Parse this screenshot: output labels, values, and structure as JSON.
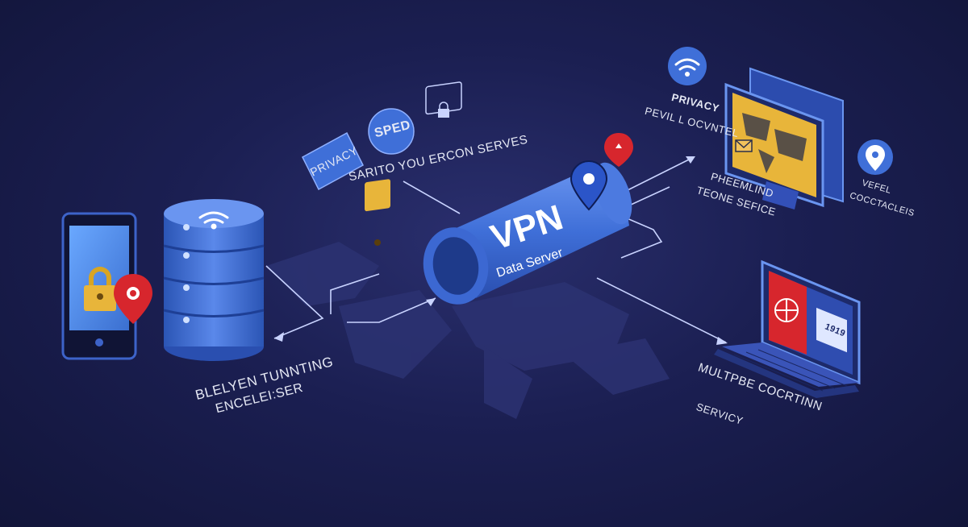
{
  "diagram": {
    "tunnel": {
      "title": "VPN",
      "subtitle": "Data Server"
    },
    "labels": {
      "privacy_badge": "PRIVACY",
      "speed_badge": "SPED",
      "services_text": "SARITO YOU ERCON SERVES",
      "privacy_right": "PRIVACY",
      "privacy_right_sub": "PEVIL L OCVNTEL",
      "right_mid_line1": "PHEEMLIND",
      "right_mid_line2": "TEONE SEFICE",
      "far_right_line1": "VEFEL",
      "far_right_line2": "COCCTACLEIS",
      "bottom_left_line1": "BLELYEN TUNNTING",
      "bottom_left_line2": "ENCELEI:SER",
      "bottom_right_line1": "MULTPBE COCRTINN",
      "bottom_right_line2": "SERVICY",
      "laptop_screen_num": "1919"
    },
    "colors": {
      "background": "#1b1f52",
      "tunnel_blue": "#3f6fd8",
      "accent_red": "#d7262d",
      "lock_yellow": "#e8b53a",
      "line_color": "#c9d3ff"
    },
    "icons": [
      "wifi-icon",
      "lock-icon",
      "location-pin-icon",
      "world-map-icon",
      "envelope-icon",
      "globe-icon"
    ]
  }
}
